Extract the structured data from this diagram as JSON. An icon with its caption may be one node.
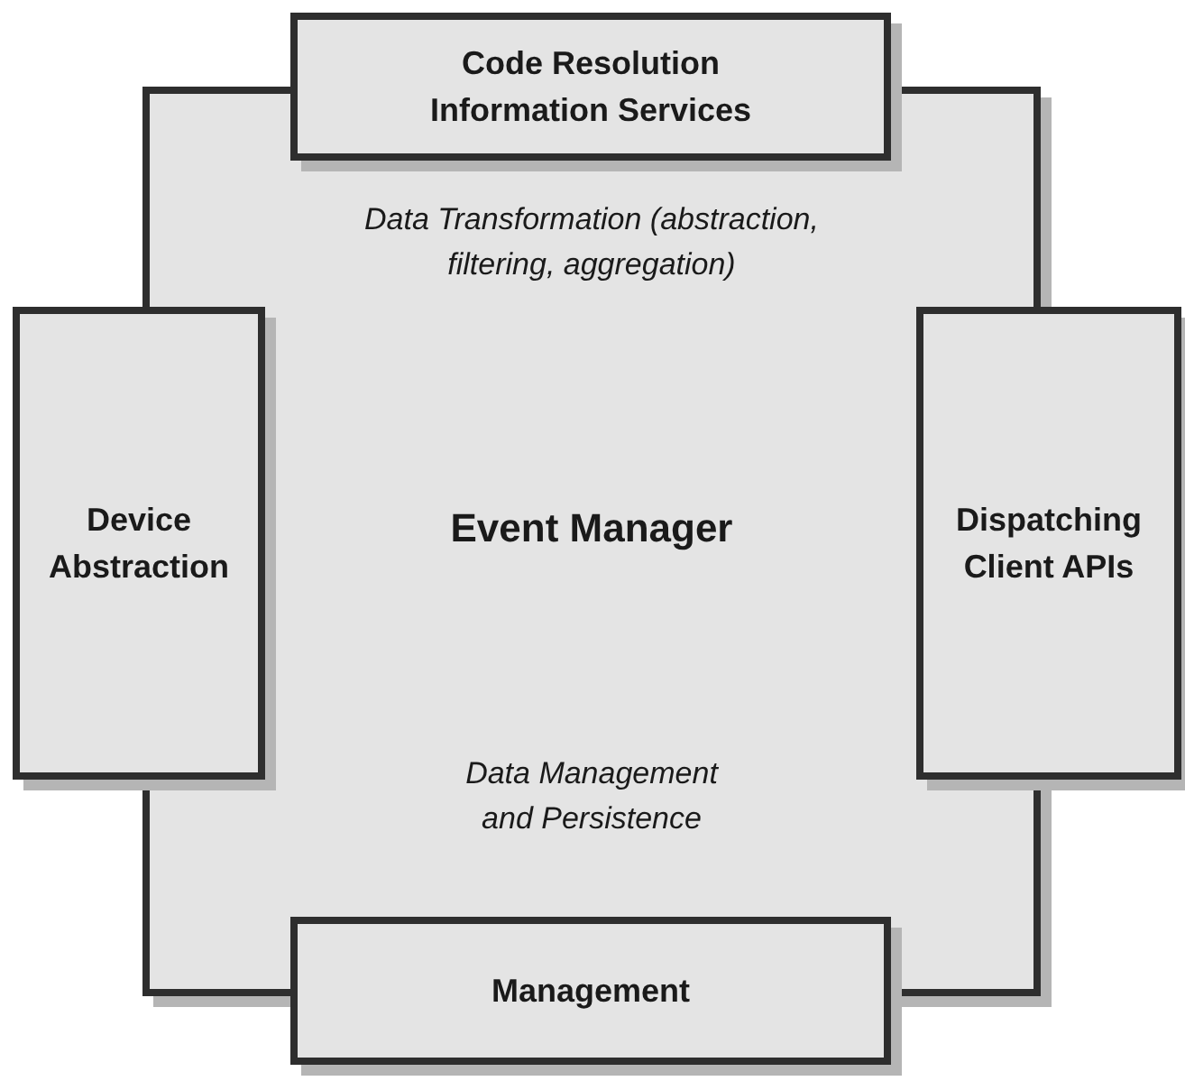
{
  "diagram": {
    "nodes": [
      {
        "text": [
          "Data Transformation (abstraction, filtering, aggregation)",
          "Event Manager",
          "Data Management and Persistence"
        ]
      },
      {
        "text": [
          "Code Resolution Information Services"
        ]
      },
      {
        "text": [
          "Device Abstraction"
        ]
      },
      {
        "text": [
          "Dispatching Client APIs"
        ]
      },
      {
        "text": [
          "Management"
        ]
      }
    ]
  }
}
